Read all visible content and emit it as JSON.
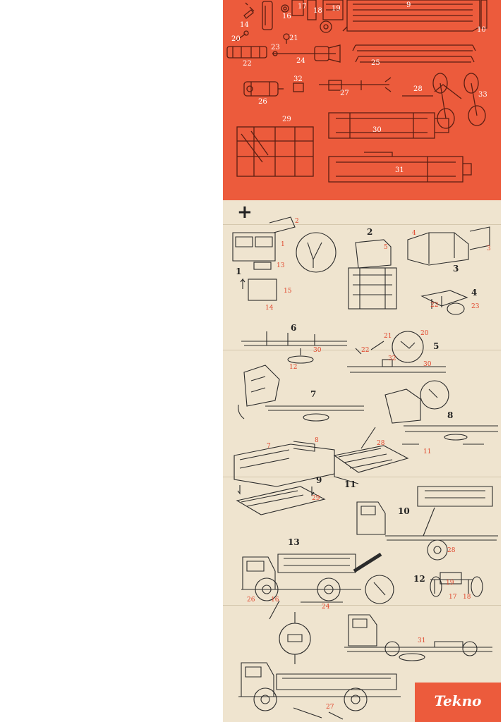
{
  "parts_panel": {
    "numbers": [
      "14",
      "16",
      "17",
      "18",
      "19",
      "9",
      "10",
      "20",
      "21",
      "23",
      "22",
      "24",
      "25",
      "32",
      "27",
      "28",
      "33",
      "26",
      "29",
      "30",
      "31"
    ]
  },
  "steps": {
    "plus_sign": "+",
    "step_numbers": [
      "1",
      "2",
      "3",
      "4",
      "6",
      "5",
      "7",
      "8",
      "9",
      "11",
      "10",
      "13",
      "12"
    ],
    "part_refs": [
      "2",
      "1",
      "13",
      "15",
      "14",
      "4",
      "5",
      "3",
      "22",
      "23",
      "21",
      "20",
      "22",
      "32",
      "30",
      "12",
      "30",
      "7",
      "8",
      "28",
      "29",
      "11",
      "28",
      "26",
      "16",
      "24",
      "19",
      "17",
      "18",
      "31",
      "27"
    ]
  },
  "brand": {
    "logo_text": "Tekno"
  },
  "colors": {
    "accent": "#ec5b3c",
    "paper": "#efe4cf",
    "ink": "#222222",
    "ref_red": "#e0442a"
  }
}
